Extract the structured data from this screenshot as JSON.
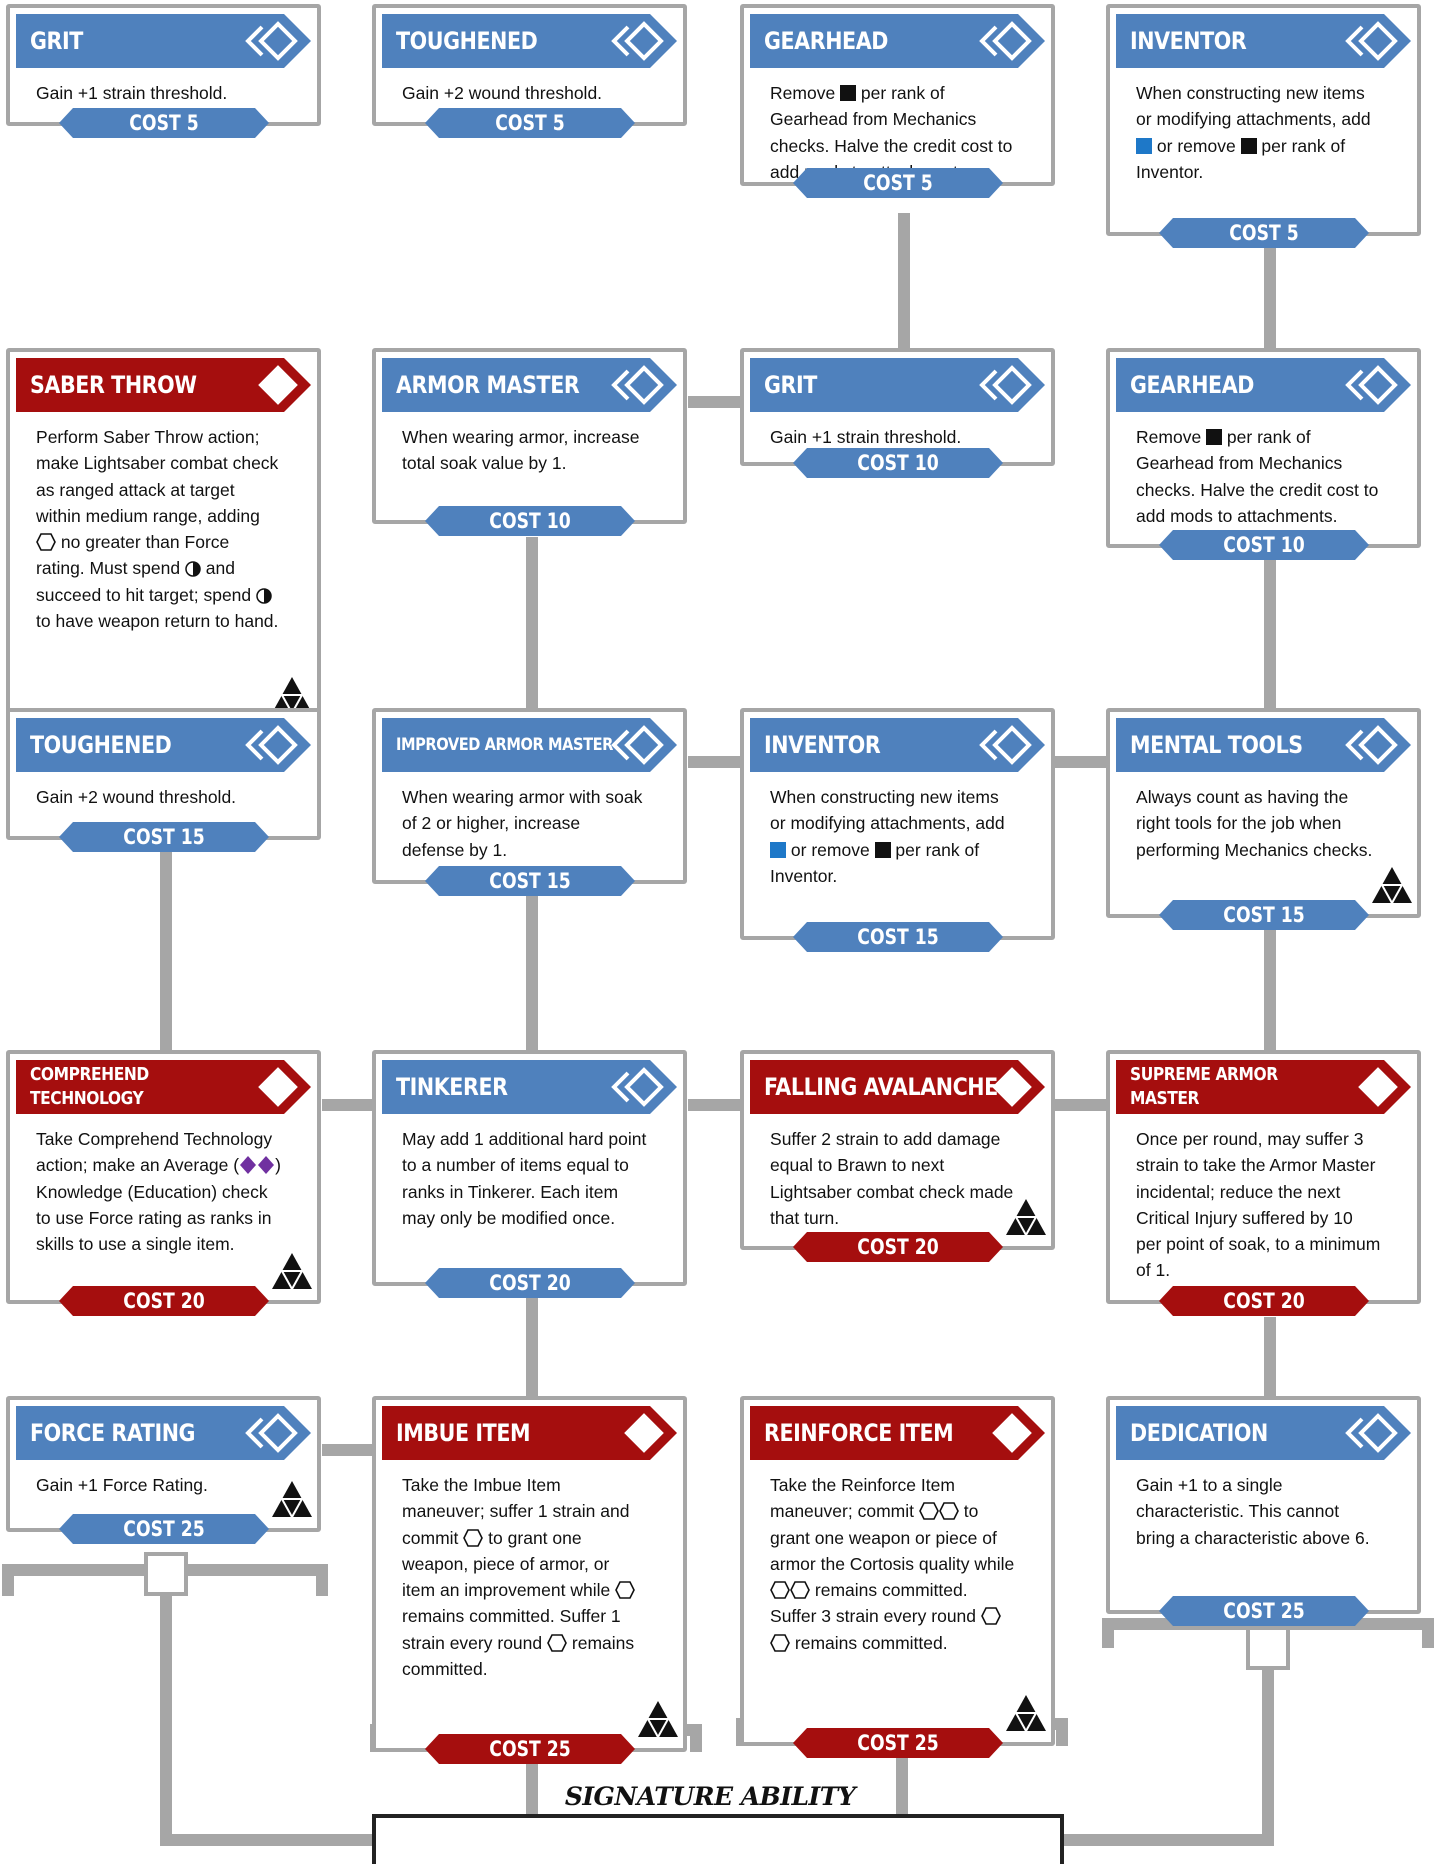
{
  "colors": {
    "passive_header": "#4f81bd",
    "active_header": "#a50e0e",
    "border": "#a6a6a6",
    "cost_passive": "#4f81bd",
    "cost_active": "#a50e0e"
  },
  "rows": [
    [
      {
        "title": "GRIT",
        "type": "passive",
        "desc": "Gain +1 strain threshold.",
        "cost": "COST 5"
      },
      {
        "title": "TOUGHENED",
        "type": "passive",
        "desc": "Gain +2 wound threshold.",
        "cost": "COST 5"
      },
      {
        "title": "GEARHEAD",
        "type": "passive",
        "desc": "Remove ■ per rank of Gearhead from Mechanics checks. Halve the credit cost to add mods to attachments.",
        "cost": "COST 5"
      },
      {
        "title": "INVENTOR",
        "type": "passive",
        "desc": "When constructing new items or modifying attachments, add ■ or remove ■ per rank of Inventor.",
        "cost": "COST 5"
      }
    ],
    [
      {
        "title": "SABER THROW",
        "type": "active",
        "desc": "Perform Saber Throw action; make Lightsaber combat check as ranged attack at target within medium range, adding ⬡ no greater than Force rating. Must spend ◑ and succeed to hit target; spend ◑ to have weapon return to hand.",
        "cost": "COST 10",
        "force": true
      },
      {
        "title": "ARMOR MASTER",
        "type": "passive",
        "desc": "When wearing armor, increase total soak value by 1.",
        "cost": "COST 10"
      },
      {
        "title": "GRIT",
        "type": "passive",
        "desc": "Gain +1 strain threshold.",
        "cost": "COST 10"
      },
      {
        "title": "GEARHEAD",
        "type": "passive",
        "desc": "Remove ■ per rank of Gearhead from Mechanics checks. Halve the credit cost to add mods to attachments.",
        "cost": "COST 10"
      }
    ],
    [
      {
        "title": "TOUGHENED",
        "type": "passive",
        "desc": "Gain +2 wound threshold.",
        "cost": "COST 15"
      },
      {
        "title": "IMPROVED ARMOR MASTER",
        "type": "passive",
        "desc": "When wearing armor with soak of 2 or higher, increase defense by 1.",
        "cost": "COST 15"
      },
      {
        "title": "INVENTOR",
        "type": "passive",
        "desc": "When constructing new items or modifying attachments, add ■ or remove ■ per rank of Inventor.",
        "cost": "COST 15"
      },
      {
        "title": "MENTAL TOOLS",
        "type": "passive",
        "desc": "Always count as having the right tools for the job when performing Mechanics checks.",
        "cost": "COST 15",
        "force": true
      }
    ],
    [
      {
        "title": "COMPREHEND TECHNOLOGY",
        "type": "active",
        "desc": "Take Comprehend Technology action; make an Average (◆◆) Knowledge (Education) check to use Force rating as ranks in skills to use a single item.",
        "cost": "COST 20",
        "force": true
      },
      {
        "title": "TINKERER",
        "type": "passive",
        "desc": "May add 1 additional hard point to a number of items equal to ranks in Tinkerer. Each item may only be modified once.",
        "cost": "COST 20"
      },
      {
        "title": "FALLING AVALANCHE",
        "type": "active",
        "desc": "Suffer 2 strain to add damage equal to Brawn to next Lightsaber combat check made that turn.",
        "cost": "COST 20",
        "force": true
      },
      {
        "title": "SUPREME ARMOR MASTER",
        "type": "active",
        "desc": "Once per round, may suffer 3 strain to take the Armor Master incidental; reduce the next Critical Injury suffered by 10 per point of soak, to a minimum of 1.",
        "cost": "COST 20"
      }
    ],
    [
      {
        "title": "FORCE RATING",
        "type": "passive",
        "desc": "Gain +1 Force Rating.",
        "cost": "COST 25",
        "force": true
      },
      {
        "title": "IMBUE ITEM",
        "type": "active",
        "desc": "Take the Imbue Item maneuver; suffer 1 strain and commit ⬡ to grant one weapon, piece of armor, or item an improvement while ⬡ remains committed. Suffer 1 strain every round ⬡ remains committed.",
        "cost": "COST 25",
        "force": true
      },
      {
        "title": "REINFORCE ITEM",
        "type": "active",
        "desc": "Take the Reinforce Item maneuver; commit ⬡⬡ to grant one weapon or piece of armor the Cortosis quality while ⬡⬡ remains committed. Suffer 3 strain every round ⬡⬡ remains committed.",
        "cost": "COST 25",
        "force": true
      },
      {
        "title": "DEDICATION",
        "type": "passive",
        "desc": "Gain +1 to a single characteristic. This cannot bring a characteristic above 6.",
        "cost": "COST 25"
      }
    ]
  ],
  "signature_label": "SIGNATURE ABILITY",
  "icons": {
    "talent_marker": "diamond-icon",
    "force_talent": "force-triangle-icon",
    "force_die": "hexagon-icon",
    "dark_light_pip": "half-circle-icon",
    "difficulty_die": "purple-diamond-icon"
  }
}
